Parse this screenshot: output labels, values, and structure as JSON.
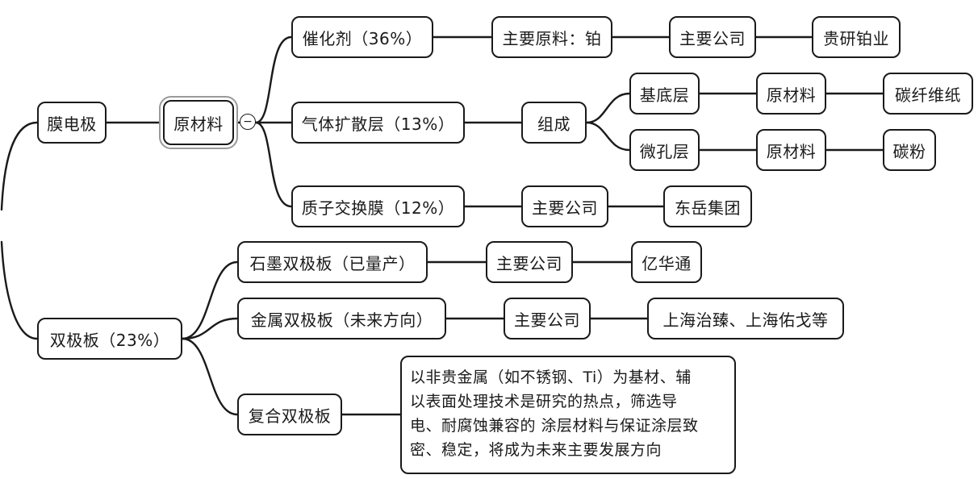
{
  "nodes": {
    "mea": "膜电极",
    "raw_materials": "原材料",
    "catalyst": "催化剂（36%）",
    "catalyst_material": "主要原料：铂",
    "catalyst_companies": "主要公司",
    "catalyst_company_names": "贵研铂业",
    "gdl": "气体扩散层（13%）",
    "gdl_composition": "组成",
    "substrate_layer": "基底层",
    "substrate_raw": "原材料",
    "carbon_paper": "碳纤维纸",
    "microporous_layer": "微孔层",
    "microporous_raw": "原材料",
    "carbon_powder": "碳粉",
    "pem": "质子交换膜（12%）",
    "pem_companies": "主要公司",
    "pem_company_names": "东岳集团",
    "bipolar_plate": "双极板（23%）",
    "graphite_plate": "石墨双极板（已量产）",
    "graphite_companies": "主要公司",
    "graphite_company_names": "亿华通",
    "metal_plate": "金属双极板（未来方向）",
    "metal_companies": "主要公司",
    "metal_company_names": "上海治臻、上海佑戈等",
    "composite_plate": "复合双极板",
    "composite_note_lines": [
      "以非贵金属（如不锈钢、Ti）为基材、辅",
      "以表面处理技术是研究的热点，筛选导",
      "电、耐腐蚀兼容的 涂层材料与保证涂层致",
      "密、稳定，将成为未来主要发展方向"
    ]
  },
  "collapse_symbol": "−"
}
